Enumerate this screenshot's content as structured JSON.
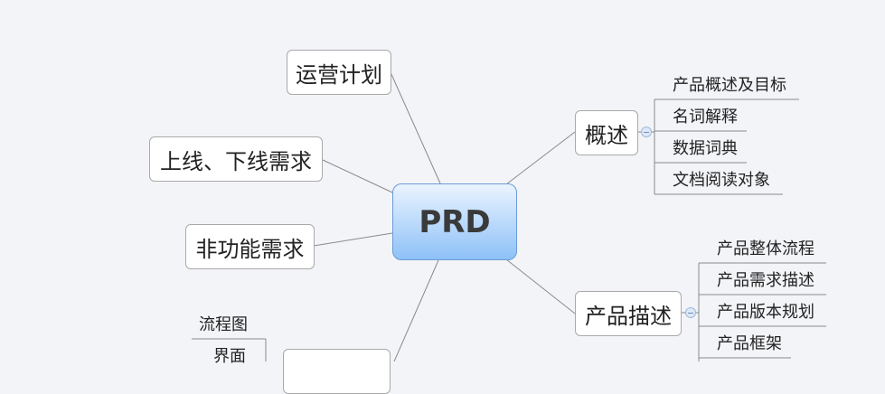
{
  "root": {
    "label": "PRD"
  },
  "left_nodes": [
    {
      "label": "运营计划"
    },
    {
      "label": "上线、下线需求"
    },
    {
      "label": "非功能需求"
    },
    {
      "label": ""
    }
  ],
  "left_leaves": [
    "流程图",
    "界面"
  ],
  "right_nodes": [
    {
      "label": "概述",
      "children": [
        "产品概述及目标",
        "名词解释",
        "数据词典",
        "文档阅读对象"
      ]
    },
    {
      "label": "产品描述",
      "children": [
        "产品整体流程",
        "产品需求描述",
        "产品版本规划",
        "产品框架"
      ]
    }
  ]
}
